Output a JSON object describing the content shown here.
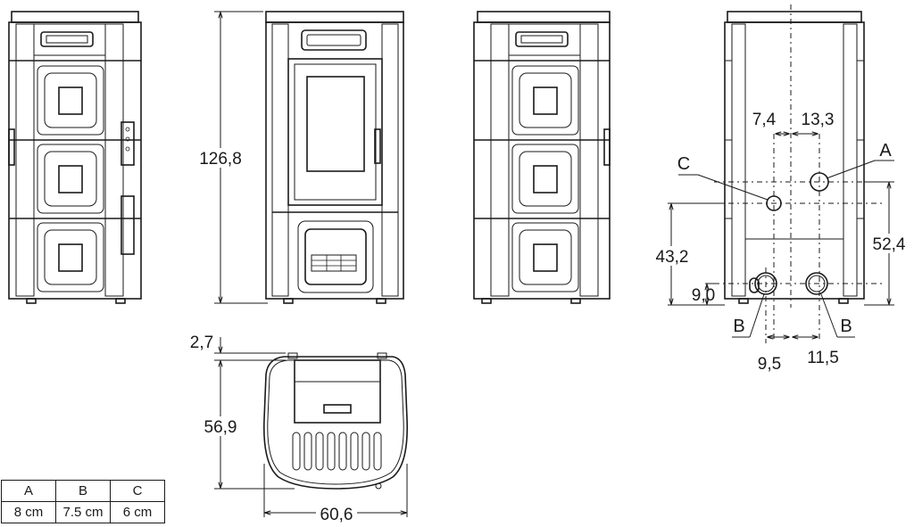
{
  "dimensions": {
    "height": "126,8",
    "depth": "56,9",
    "top_offset": "2,7",
    "width": "60,6",
    "dist_c": "43,2",
    "dist_a": "52,4",
    "dist_b": "9,0",
    "horiz_c": "7,4",
    "horiz_a": "13,3",
    "horiz_b_left": "9,5",
    "horiz_b_right": "11,5"
  },
  "labels": {
    "a": "A",
    "b_left": "B",
    "b_right": "B",
    "c": "C"
  },
  "legend": {
    "headers": [
      "A",
      "B",
      "C"
    ],
    "values": [
      "8 cm",
      "7.5 cm",
      "6 cm"
    ]
  }
}
